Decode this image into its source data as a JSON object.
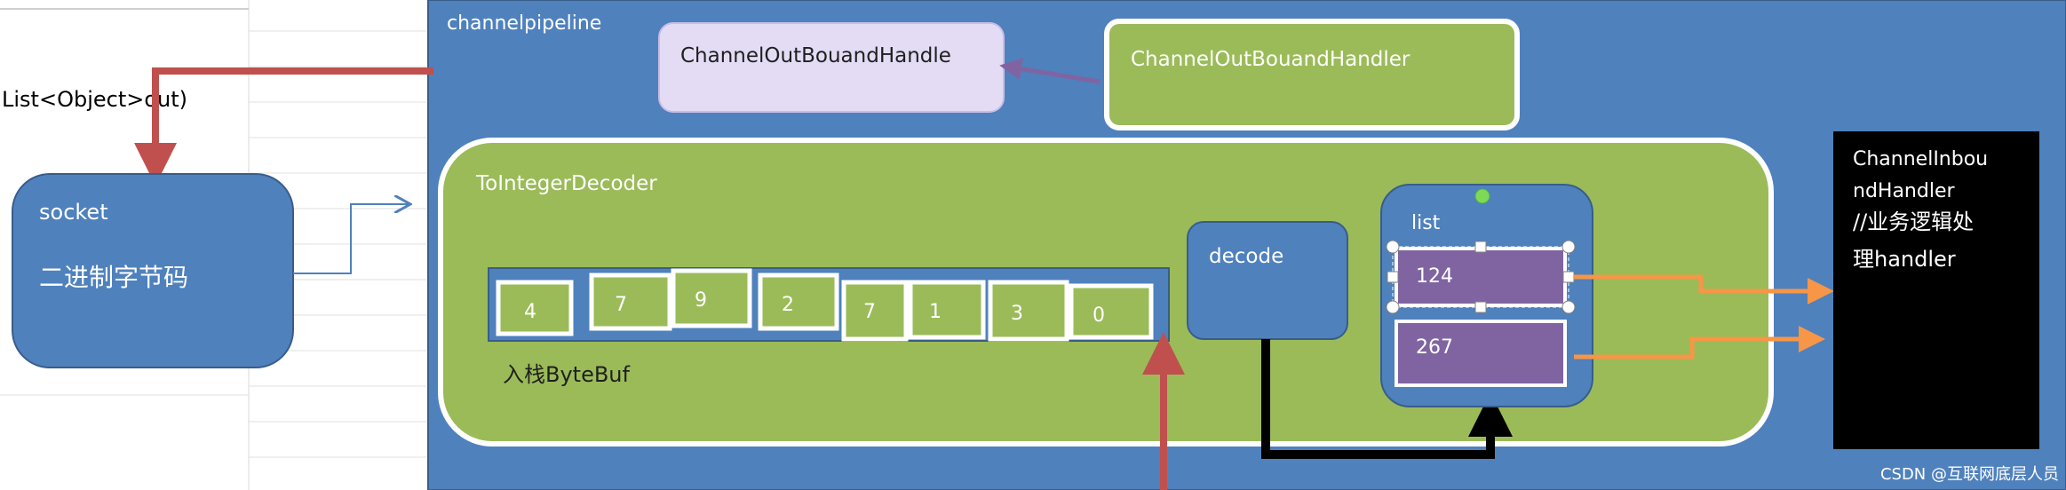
{
  "left_panel": {
    "code_fragment": "List<Object>out)"
  },
  "socket": {
    "label": "socket",
    "sublabel": "二进制字节码"
  },
  "pipeline": {
    "label": "channelpipeline"
  },
  "outbound_handle": {
    "label": "ChannelOutBouandHandle"
  },
  "outbound_handler": {
    "label": "ChannelOutBouandHandler"
  },
  "decoder": {
    "label": "ToIntegerDecoder",
    "bytebuf_label": "入栈ByteBuf",
    "bytes": [
      "4",
      "7",
      "9",
      "2",
      "7",
      "1",
      "3",
      "0"
    ]
  },
  "decode": {
    "label": "decode"
  },
  "list": {
    "label": "list",
    "items": [
      "124",
      "267"
    ]
  },
  "inbound_handler": {
    "line1": "ChannelInbou",
    "line2": "ndHandler",
    "line3": "//业务逻辑处",
    "line4": "理handler"
  },
  "watermark": "CSDN @互联网底层人员",
  "colors": {
    "pipeline_blue": "#4f81bd",
    "decoder_green": "#9bbb59",
    "list_purple": "#8064a2",
    "outbound_lavender": "#e4dcf5",
    "arrow_red": "#c0504d",
    "arrow_orange": "#f79646"
  }
}
